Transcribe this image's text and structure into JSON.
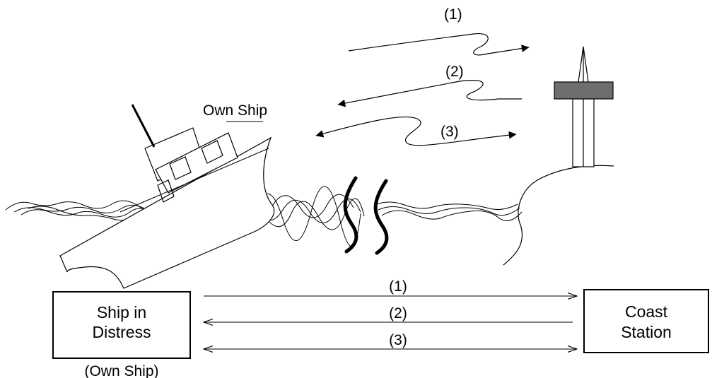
{
  "upper_scene": {
    "own_ship_label": "Own Ship",
    "signal_1_label": "(1)",
    "signal_2_label": "(2)",
    "signal_3_label": "(3)"
  },
  "lower_flow": {
    "ship_box": {
      "line1": "Ship in",
      "line2": "Distress"
    },
    "own_ship_caption": "(Own Ship)",
    "coast_box": {
      "line1": "Coast",
      "line2": "Station"
    },
    "arrow_1_label": "(1)",
    "arrow_2_label": "(2)",
    "arrow_3_label": "(3)"
  },
  "colors": {
    "line": "#000000",
    "tower_platform": "#6e6e6e",
    "background": "#ffffff"
  }
}
